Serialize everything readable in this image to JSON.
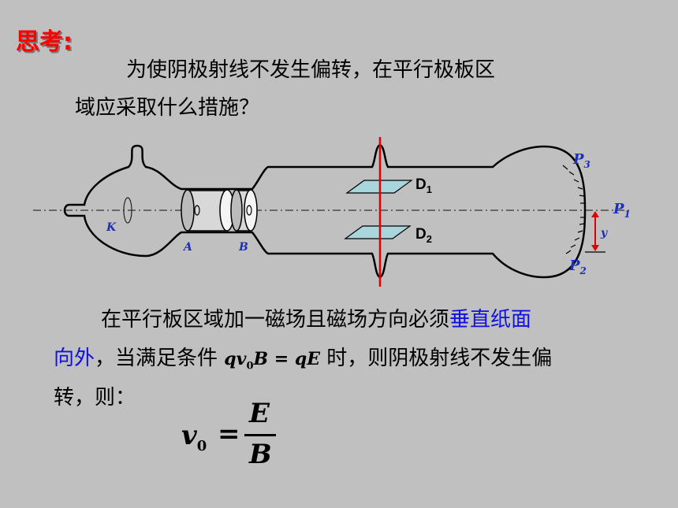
{
  "title": "思考:",
  "question": {
    "line1": "为使阴极射线不发生偏转，在平行极板区",
    "line2": "域应采取什么措施？"
  },
  "diagram": {
    "labels": {
      "K": "K",
      "A": "A",
      "B": "B",
      "D1": "D",
      "D1_sub": "1",
      "D2": "D",
      "D2_sub": "2",
      "P1": "P",
      "P1_sub": "1",
      "P2": "P",
      "P2_sub": "2",
      "P3": "P",
      "P3_sub": "3",
      "y": "y"
    },
    "colors": {
      "field_line": "#e00000",
      "plate": "#a9d6dc",
      "label_blue": "#1c2fb8"
    }
  },
  "answer": {
    "line1_a": "在平行板区域加一磁场且磁场方向必须",
    "line1_b": "垂直纸面",
    "line2_a": "向外",
    "line2_b": "，当满足条件",
    "cond_q": "qv",
    "cond_sub": "0",
    "cond_rest": "B = qE",
    "line2_c": "时，则阴极射线不发生偏",
    "line3": "转，则："
  },
  "formula": {
    "lhs": "v",
    "lhs_sub": "0",
    "eq": "=",
    "numerator": "E",
    "denominator": "B"
  }
}
